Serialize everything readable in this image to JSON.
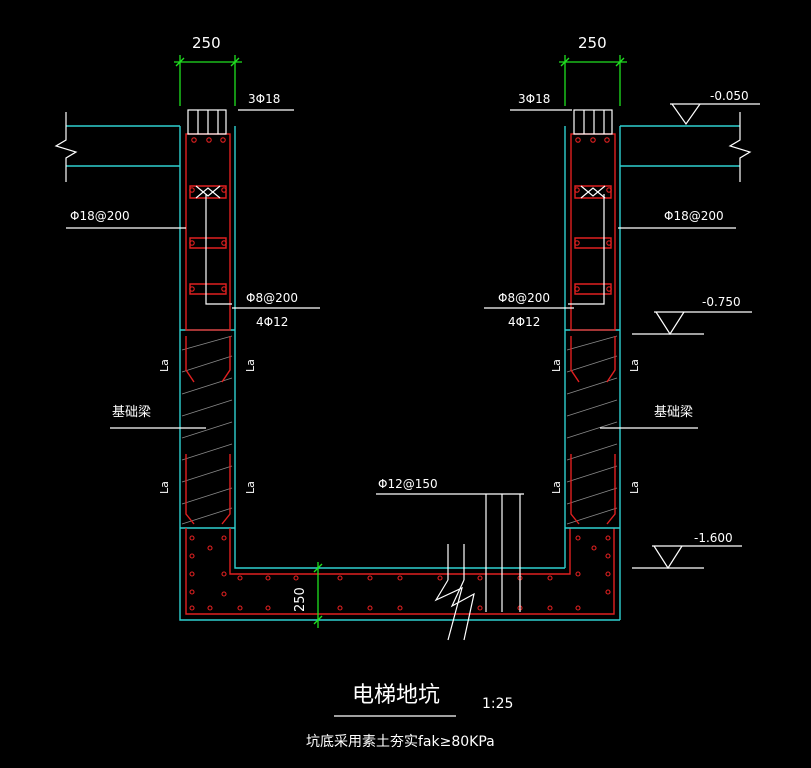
{
  "drawing": {
    "title": "电梯地坑",
    "scale": "1:25",
    "note": "坑底采用素土夯实fak≥80KPa",
    "left": {
      "dim_width": "250",
      "top_bars": "3Φ18",
      "vertical_bars": "Φ18@200",
      "stirrup": "Φ8@200",
      "stirrup_long": "4Φ12",
      "beam_label": "基础梁",
      "anchor_upper_in": "La",
      "anchor_upper_out": "La",
      "anchor_lower_in": "La",
      "anchor_lower_out": "La"
    },
    "right": {
      "dim_width": "250",
      "top_bars": "3Φ18",
      "vertical_bars": "Φ18@200",
      "stirrup": "Φ8@200",
      "stirrup_long": "4Φ12",
      "beam_label": "基础梁",
      "anchor_upper_in": "La",
      "anchor_upper_out": "La",
      "anchor_lower_in": "La",
      "anchor_lower_out": "La"
    },
    "bottom": {
      "slab_bars": "Φ12@150",
      "dim_thickness": "250"
    },
    "elevations": {
      "top": "-0.050",
      "mid": "-0.750",
      "bottom": "-1.600"
    }
  }
}
